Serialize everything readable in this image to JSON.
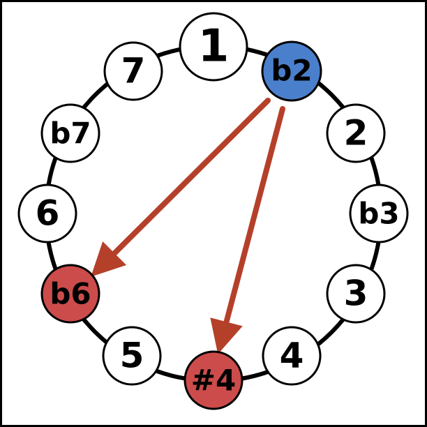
{
  "diagram": {
    "nodes": [
      {
        "id": "n1",
        "label": "1",
        "role": "root",
        "fill": "#ffffff"
      },
      {
        "id": "nb2",
        "label": "b2",
        "role": "source",
        "fill": "#4a7fcc"
      },
      {
        "id": "n2",
        "label": "2",
        "role": "plain",
        "fill": "#ffffff"
      },
      {
        "id": "nb3",
        "label": "b3",
        "role": "plain",
        "fill": "#ffffff"
      },
      {
        "id": "n3",
        "label": "3",
        "role": "plain",
        "fill": "#ffffff"
      },
      {
        "id": "n4",
        "label": "4",
        "role": "plain",
        "fill": "#ffffff"
      },
      {
        "id": "ns4",
        "label": "#4",
        "role": "target",
        "fill": "#cc4c4c"
      },
      {
        "id": "n5",
        "label": "5",
        "role": "plain",
        "fill": "#ffffff"
      },
      {
        "id": "nb6",
        "label": "b6",
        "role": "target",
        "fill": "#cc4c4c"
      },
      {
        "id": "n6",
        "label": "6",
        "role": "plain",
        "fill": "#ffffff"
      },
      {
        "id": "nb7",
        "label": "b7",
        "role": "plain",
        "fill": "#ffffff"
      },
      {
        "id": "n7",
        "label": "7",
        "role": "plain",
        "fill": "#ffffff"
      }
    ],
    "arrows": [
      {
        "from": "b2",
        "to": "b6"
      },
      {
        "from": "b2",
        "to": "#4"
      }
    ],
    "colors": {
      "circle_stroke": "#000000",
      "node_stroke": "#000000",
      "arrow": "#b5402a",
      "source_fill": "#4a7fcc",
      "target_fill": "#cc4c4c"
    }
  }
}
